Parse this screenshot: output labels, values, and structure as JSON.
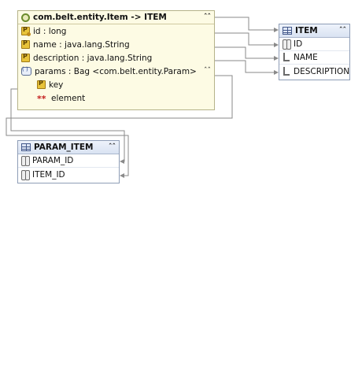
{
  "entity": {
    "title": "com.belt.entity.Item -> ITEM",
    "collapse_glyph": "ˆˆ",
    "rows": [
      {
        "label": "id : long",
        "icon": "id-attribute-icon"
      },
      {
        "label": "name : java.lang.String",
        "icon": "attribute-icon"
      },
      {
        "label": "description : java.lang.String",
        "icon": "attribute-icon"
      },
      {
        "label": "params : Bag <com.belt.entity.Param>",
        "icon": "bag-icon"
      }
    ],
    "sub_rows": [
      {
        "label": "key",
        "icon": "attribute-icon"
      },
      {
        "label": "element",
        "icon": "element-icon"
      }
    ]
  },
  "item_table": {
    "title": "ITEM",
    "columns": [
      {
        "label": "ID",
        "icon": "key-icon"
      },
      {
        "label": "NAME",
        "icon": "column-icon"
      },
      {
        "label": "DESCRIPTION",
        "icon": "column-icon"
      }
    ]
  },
  "param_table": {
    "title": "PARAM_ITEM",
    "columns": [
      {
        "label": "PARAM_ID",
        "icon": "key-icon"
      },
      {
        "label": "ITEM_ID",
        "icon": "key-icon"
      }
    ]
  }
}
